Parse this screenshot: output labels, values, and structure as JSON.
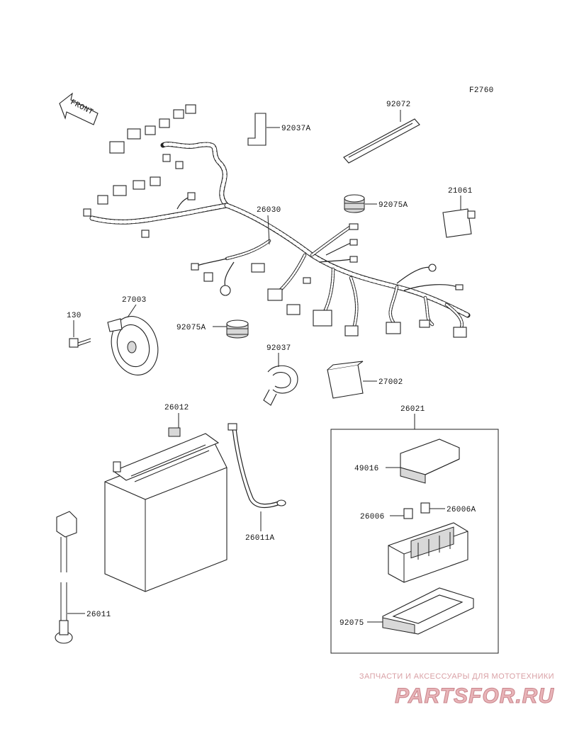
{
  "figure_code": "F2760",
  "front_label": "FRONT",
  "parts": {
    "p92037A": "92037A",
    "p92072": "92072",
    "p26030": "26030",
    "p92075A_top": "92075A",
    "p21061": "21061",
    "p27003": "27003",
    "p130": "130",
    "p92075A_mid": "92075A",
    "p92037": "92037",
    "p27002": "27002",
    "p26012": "26012",
    "p26021": "26021",
    "p49016": "49016",
    "p26006": "26006",
    "p26006A": "26006A",
    "p26011A": "26011A",
    "p26011": "26011",
    "p92075": "92075"
  },
  "watermark": {
    "tagline": "ЗАПЧАСТИ И АКСЕССУАРЫ ДЛЯ МОТОТЕХНИКИ",
    "logo": "PARTSFOR.RU"
  },
  "colors": {
    "ink": "#222222",
    "watermark": "#d9a0a5",
    "logo": "#e8b4b8"
  }
}
